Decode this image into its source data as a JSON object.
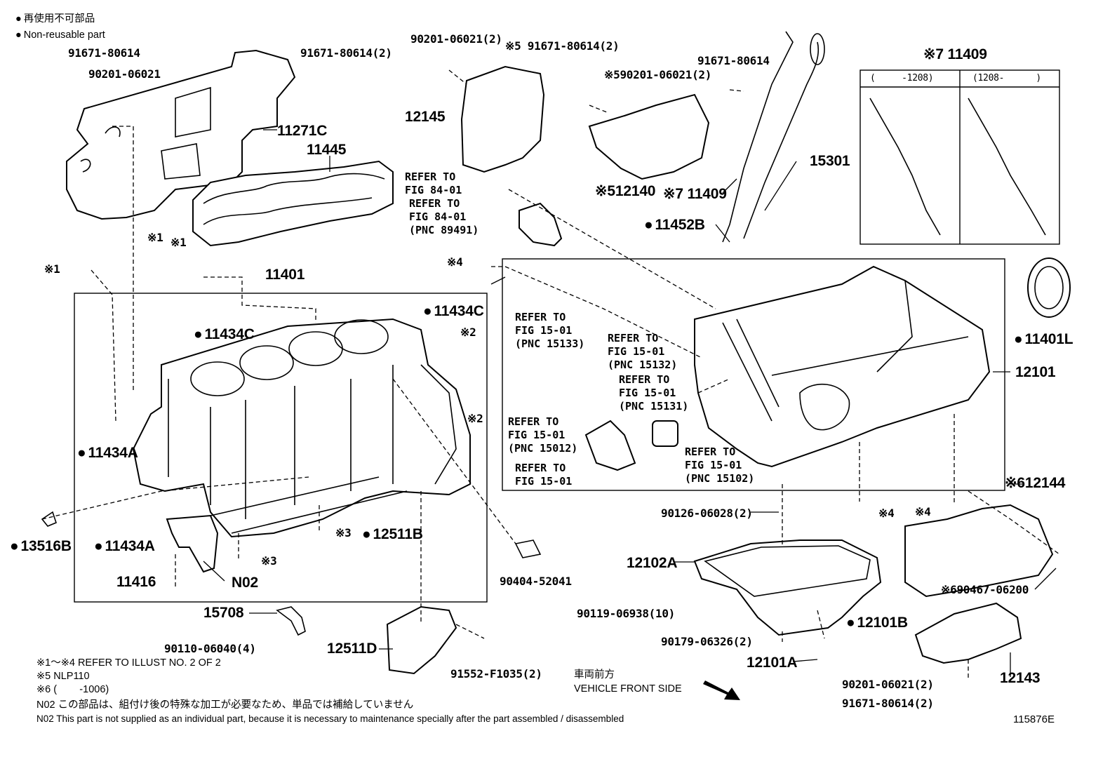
{
  "legend": {
    "jp": "再使用不可部品",
    "en": "Non-reusable part"
  },
  "labels": {
    "l_91671_80614_tl": "91671-80614",
    "l_90201_06021_tl": "90201-06021",
    "l_11271C": "11271C",
    "l_11445": "11445",
    "l_90201_06021_2": "90201-06021(2)",
    "l_91671_80614_2_a": "91671-80614(2)",
    "l_x5_91671_80614_2": "※5 91671-80614(2)",
    "l_12145": "12145",
    "l_91671_80614_right": "91671-80614",
    "l_x5_90201_06021_2": "※590201-06021(2)",
    "l_x5_12140": "※512140",
    "l_15301": "15301",
    "l_x7_11409_a": "※7 11409",
    "l_x7_11409_b": "※7 11409",
    "l_11452B": "11452B",
    "l_x1_a": "※1",
    "l_x1_b": "※1",
    "l_x1_c": "※1",
    "l_11401": "11401",
    "l_11434C_a": "11434C",
    "l_11434C_b": "11434C",
    "l_x2_a": "※2",
    "l_x2_b": "※2",
    "l_x4_a": "※4",
    "l_11434A_a": "11434A",
    "l_11434A_b": "11434A",
    "l_13516B": "13516B",
    "l_11416": "11416",
    "l_N02": "N02",
    "l_x3_a": "※3",
    "l_x3_b": "※3",
    "l_12511B": "12511B",
    "l_90404_52041": "90404-52041",
    "l_15708": "15708",
    "l_90110_06040": "90110-06040(4)",
    "l_12511D": "12511D",
    "l_91552_F1035": "91552-F1035(2)",
    "l_11401L": "11401L",
    "l_12101": "12101",
    "l_x6_12144": "※612144",
    "l_90126_06028": "90126-06028(2)",
    "l_x4_b": "※4",
    "l_x4_c": "※4",
    "l_12102A": "12102A",
    "l_x6_90467_06200": "※690467-06200",
    "l_90119_06938": "90119-06938(10)",
    "l_12101B": "12101B",
    "l_90179_06326": "90179-06326(2)",
    "l_12101A": "12101A",
    "l_12143": "12143",
    "l_90201_06021_2_b": "90201-06021(2)",
    "l_91671_80614_2_b": "91671-80614(2)",
    "inset_col_a": "(     -1208)",
    "inset_col_b": "(1208-      )"
  },
  "refs": {
    "r_84_01_a": "REFER TO\nFIG 84-01",
    "r_84_01_b": "REFER TO\nFIG 84-01\n(PNC 89491)",
    "r_15133": "REFER TO\nFIG 15-01\n(PNC 15133)",
    "r_15132": "REFER TO\nFIG 15-01\n(PNC 15132)",
    "r_15131": "REFER TO\nFIG 15-01\n(PNC 15131)",
    "r_15012": "REFER TO\nFIG 15-01\n(PNC 15012)",
    "r_15_01": "REFER TO\nFIG 15-01",
    "r_15102": "REFER TO\nFIG 15-01\n(PNC 15102)"
  },
  "notes": {
    "n1": "※1～※4  REFER TO ILLUST NO. 2 OF 2",
    "n2": "※5 NLP110",
    "n3": "※6 (        -1006)",
    "n4": "N02  この部品は、組付け後の特殊な加工が必要なため、単品では補給していません",
    "n5": "N02  This part is not supplied as an individual part, because it is necessary to maintenance specially after the part assembled / disassembled"
  },
  "vehicle_front": {
    "jp": "車両前方",
    "en": "VEHICLE FRONT SIDE"
  },
  "diagram_id": "115876E"
}
